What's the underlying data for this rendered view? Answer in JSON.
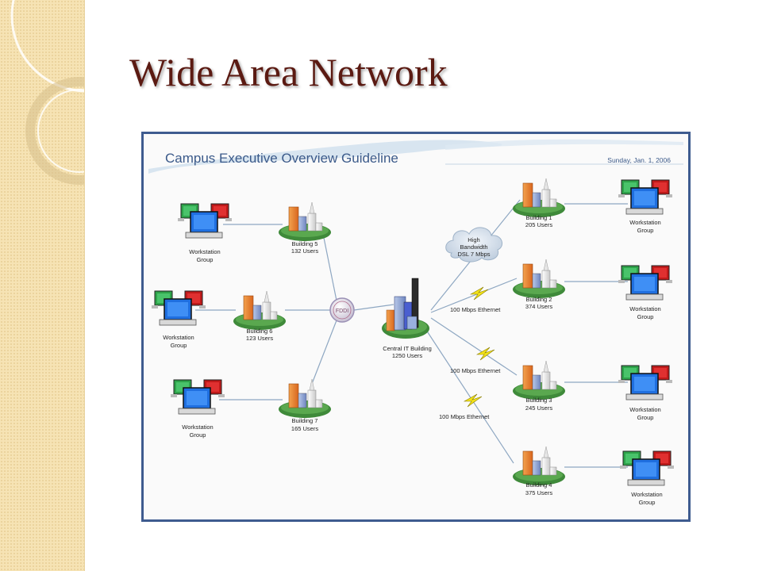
{
  "slide": {
    "title": "Wide Area Network"
  },
  "diagram": {
    "title": "Campus Executive Overview Guideline",
    "date": "Sunday, Jan. 1, 2006",
    "hub": {
      "label": "FDDI"
    },
    "central": {
      "name": "Central IT Building",
      "users": "1250 Users"
    },
    "cloud": {
      "line1": "High",
      "line2": "Bandwidth",
      "line3": "DSL 7 Mbps"
    },
    "buildings_left": [
      {
        "name": "Building 5",
        "users": "132 Users"
      },
      {
        "name": "Building 6",
        "users": "123 Users"
      },
      {
        "name": "Building 7",
        "users": "165 Users"
      }
    ],
    "buildings_right": [
      {
        "name": "Building 1",
        "users": "205 Users"
      },
      {
        "name": "Building 2",
        "users": "374 Users"
      },
      {
        "name": "Building 3",
        "users": "245 Users"
      },
      {
        "name": "Building 4",
        "users": "375 Users"
      }
    ],
    "workstation": {
      "line1": "Workstation",
      "line2": "Group"
    },
    "links": [
      {
        "label": "100 Mbps Ethernet"
      },
      {
        "label": "100 Mbps Ethernet"
      },
      {
        "label": "100 Mbps Ethernet"
      }
    ],
    "colors": {
      "title_text": "#5b1a12",
      "frame_border": "#3e5b8f",
      "diagram_title": "#3b5a8a",
      "date_text": "#3b5a8a",
      "line": "#8ea7c2",
      "building_base": "#3f8a3a",
      "building_orange": "#e8823a",
      "monitor_blue": "#1f6fe0",
      "monitor_green": "#2ea34a",
      "monitor_red": "#c01a1a",
      "lightning": "#f2e21a"
    }
  }
}
